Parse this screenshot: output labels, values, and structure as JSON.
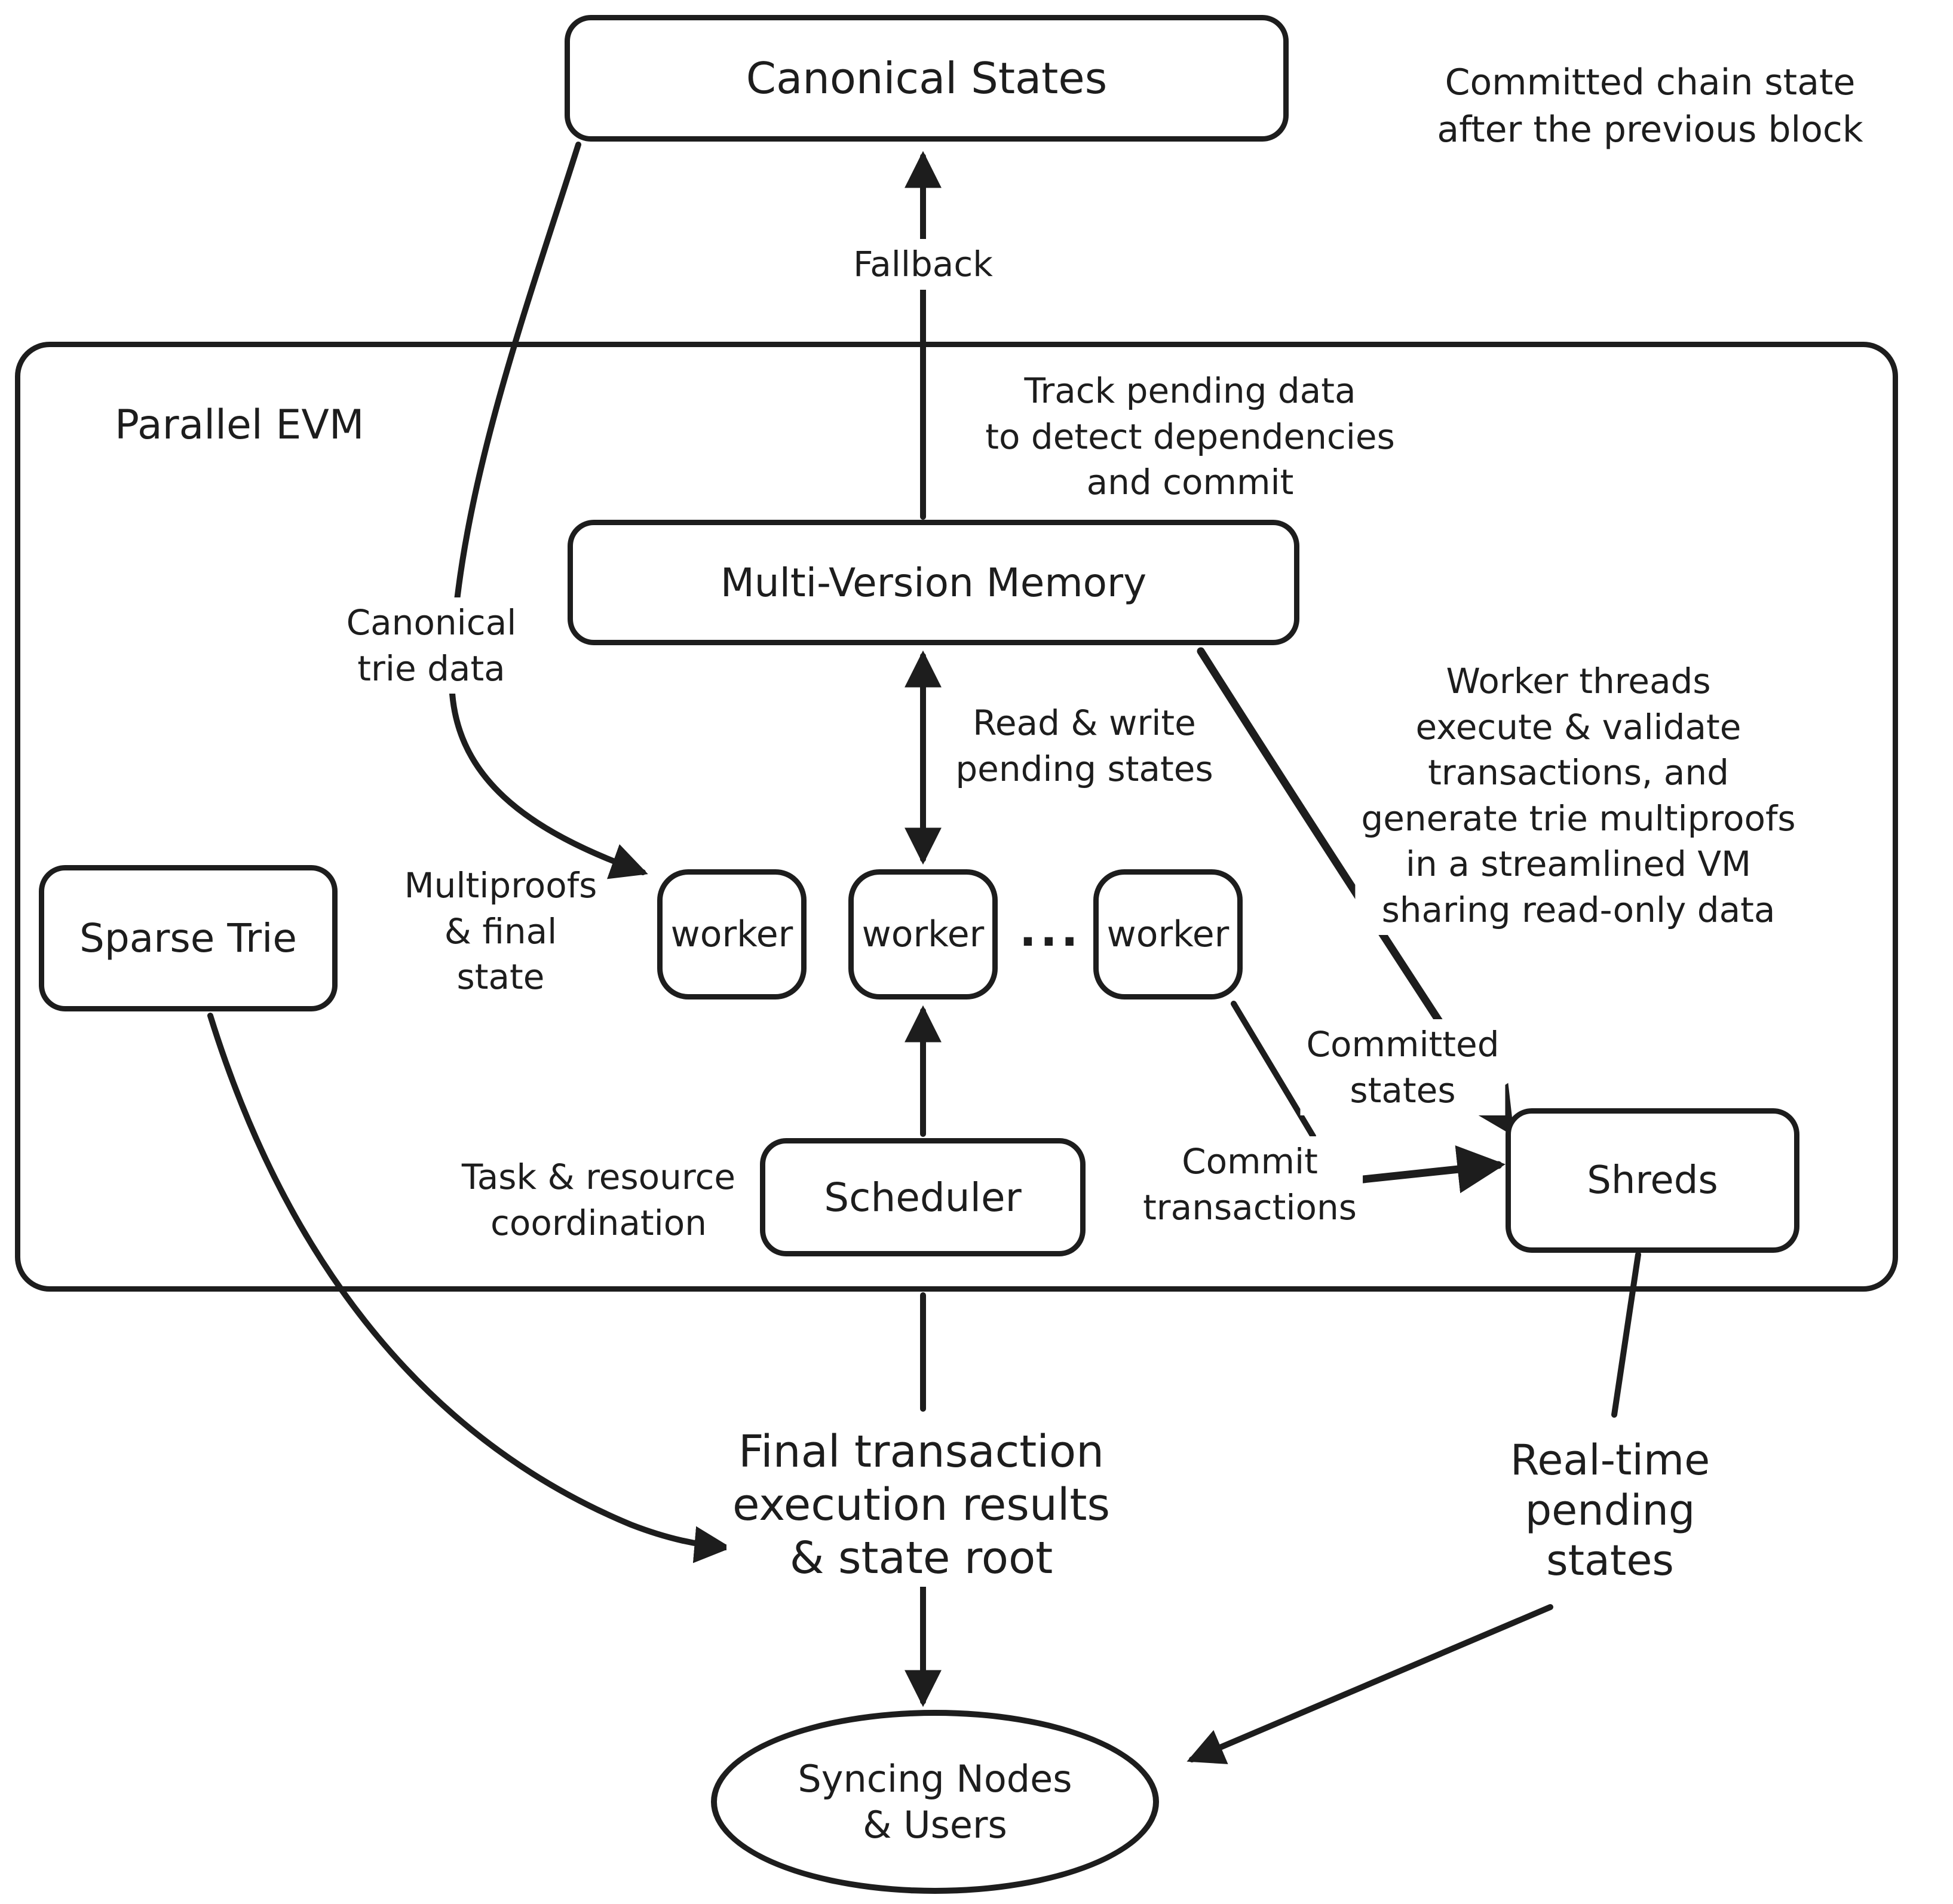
{
  "diagram": {
    "title": "Parallel EVM",
    "colors": {
      "ink": "#1d1d1d",
      "background": "#ffffff"
    },
    "nodes": {
      "canonical_states": {
        "label": "Canonical States"
      },
      "multi_version_memory": {
        "label": "Multi-Version Memory"
      },
      "sparse_trie": {
        "label": "Sparse Trie"
      },
      "worker_1": {
        "label": "worker"
      },
      "worker_2": {
        "label": "worker"
      },
      "worker_3": {
        "label": "worker"
      },
      "workers_ellipsis": "...",
      "scheduler": {
        "label": "Scheduler"
      },
      "shreds": {
        "label": "Shreds"
      },
      "syncing_nodes": {
        "lines": [
          "Syncing Nodes",
          "& Users"
        ]
      }
    },
    "annotations": {
      "committed_chain": {
        "lines": [
          "Committed chain state",
          "after the previous block"
        ]
      },
      "fallback": {
        "label": "Fallback"
      },
      "track_pending": {
        "lines": [
          "Track pending data",
          "to detect dependencies",
          "and commit"
        ]
      },
      "canonical_trie": {
        "lines": [
          "Canonical",
          "trie data"
        ]
      },
      "read_write": {
        "lines": [
          "Read & write",
          "pending states"
        ]
      },
      "worker_threads": {
        "lines": [
          "Worker threads",
          "execute & validate",
          "transactions, and",
          "generate trie multiproofs",
          "in a streamlined VM",
          "sharing read-only data"
        ]
      },
      "multiproofs": {
        "lines": [
          "Multiproofs",
          "& final",
          "state"
        ]
      },
      "task_resource": {
        "lines": [
          "Task & resource",
          "coordination"
        ]
      },
      "committed_states": {
        "lines": [
          "Committed",
          "states"
        ]
      },
      "commit_transactions": {
        "lines": [
          "Commit",
          "transactions"
        ]
      },
      "final_results": {
        "lines": [
          "Final transaction",
          "execution results",
          "& state root"
        ]
      },
      "realtime_pending": {
        "lines": [
          "Real-time",
          "pending",
          "states"
        ]
      }
    }
  }
}
